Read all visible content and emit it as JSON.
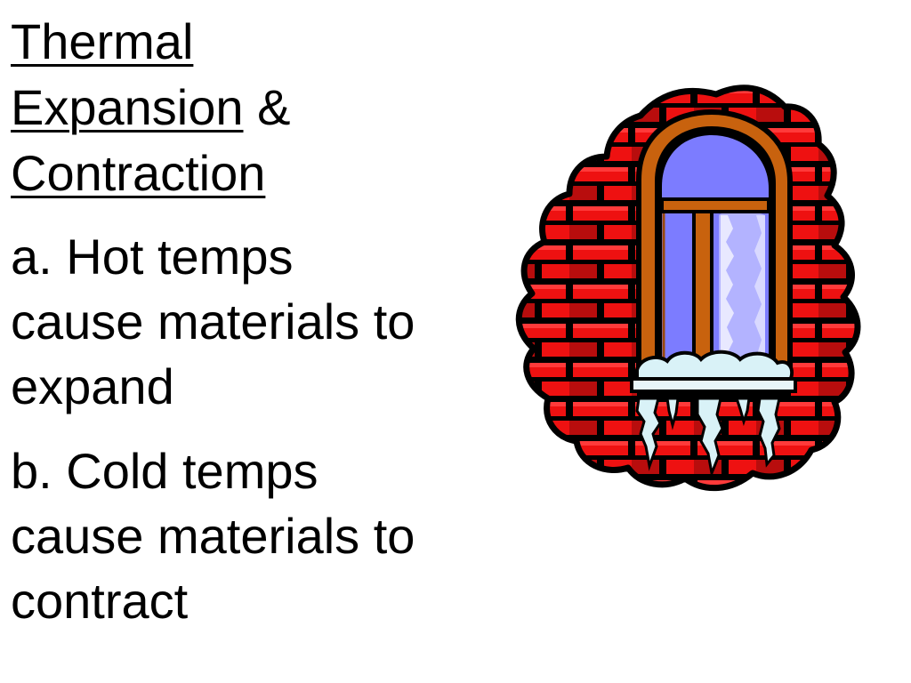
{
  "slide": {
    "title": {
      "line1": "Thermal",
      "line2": "Expansion",
      "amp": " &",
      "line3": "Contraction"
    },
    "points": [
      {
        "line1": "a. Hot temps",
        "line2": "cause materials to",
        "line3": "expand"
      },
      {
        "line1": "b. Cold temps",
        "line2": "cause materials to",
        "line3": "contract"
      }
    ],
    "image": {
      "icon": "brick-wall-window-icicles-icon",
      "colors": {
        "brick": "#ee1111",
        "brick_dark": "#b80d0d",
        "mortar": "#000000",
        "arch": "#c8620e",
        "glass": "#7c7cff",
        "glass_light": "#b3b3ff",
        "ice": "#d9f2f7"
      }
    }
  }
}
